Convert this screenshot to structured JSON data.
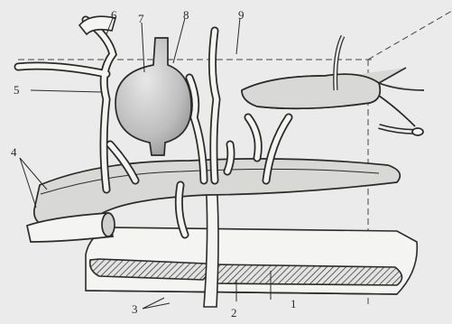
{
  "labels": [
    "1",
    "2",
    "3",
    "4",
    "5",
    "6",
    "7",
    "8",
    "9"
  ],
  "colors": {
    "background": "#ebebeb",
    "ink": "#2a2a2a",
    "fill_light": "#f4f4f2",
    "fill_shade": "#cfcfcf"
  }
}
